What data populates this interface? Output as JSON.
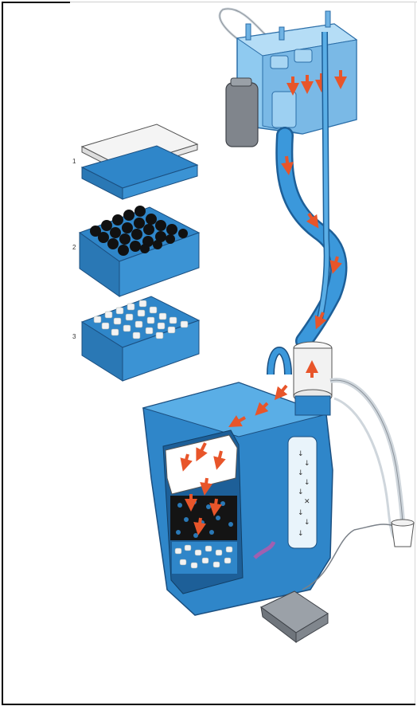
{
  "diagram": {
    "media_labels": [
      "1",
      "2",
      "3"
    ],
    "colors": {
      "blue": "#2f86c9",
      "blue_dark": "#1d5f98",
      "blue_light": "#7fc0ec",
      "gray_pump": "#7a7f86",
      "arrow_red": "#e8552a"
    }
  }
}
